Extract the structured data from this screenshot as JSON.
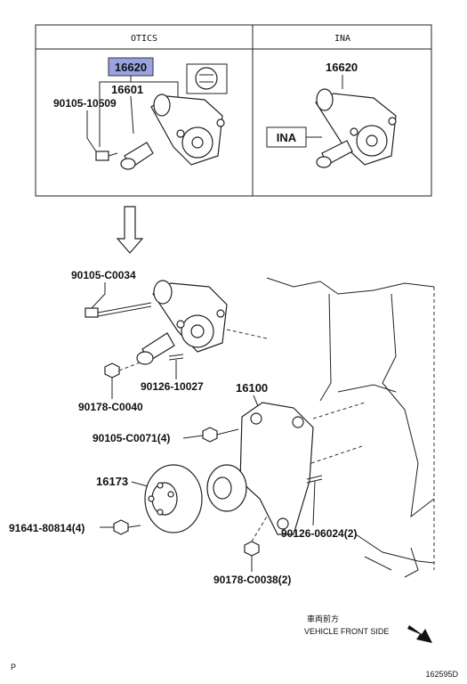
{
  "table": {
    "header_left": "OTICS",
    "header_right": "INA"
  },
  "labels": {
    "otics_highlight": "16620",
    "otics_tensioner": "16601",
    "otics_bolt": "90105-10509",
    "ina_part": "16620",
    "ina_tag": "INA",
    "bolt_top": "90105-C0034",
    "stud_tensioner": "90126-10027",
    "nut_tensioner": "90178-C0040",
    "water_pump": "16100",
    "pump_bolts": "90105-C0071(4)",
    "pulley": "16173",
    "pulley_bolts": "91641-80814(4)",
    "pump_stud": "90126-06024(2)",
    "pump_nut": "90178-C0038(2)"
  },
  "direction": {
    "jp": "車両前方",
    "en": "VEHICLE FRONT SIDE"
  },
  "footer": {
    "left": "P",
    "code": "162595D"
  },
  "colors": {
    "highlight": "#9aa3e0",
    "line": "#222222"
  }
}
